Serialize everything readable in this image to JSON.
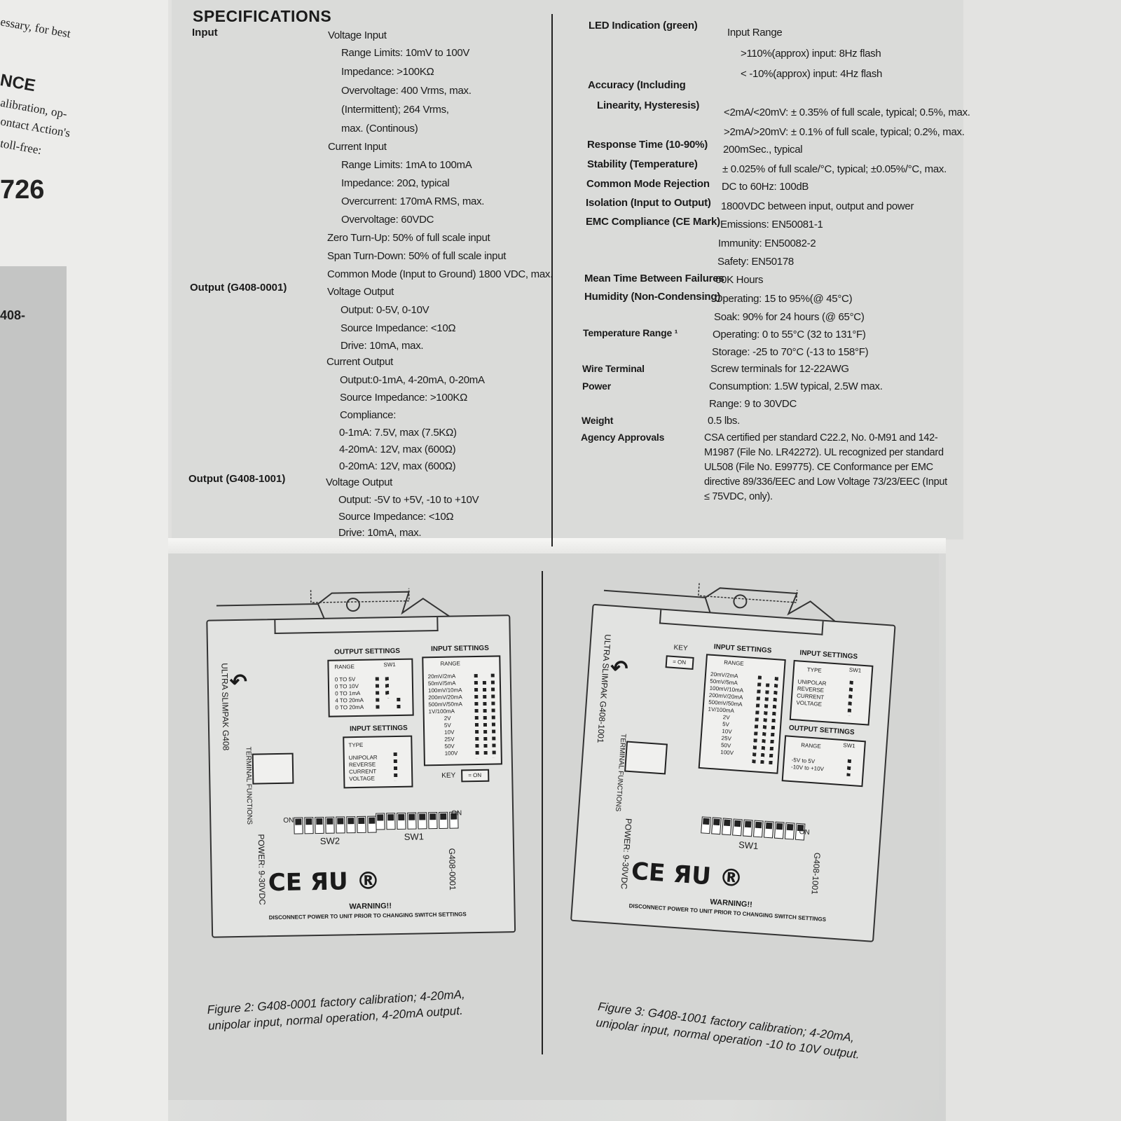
{
  "left_fragments": [
    "essary, for best",
    "NCE",
    "alibration, op-",
    "ontact Action's",
    "toll-free:",
    "726",
    "408-"
  ],
  "specifications": {
    "title": "SPECIFICATIONS",
    "input": {
      "label": "Input",
      "lines": [
        "Voltage Input",
        "Range Limits: 10mV to 100V",
        "Impedance: >100KΩ",
        "Overvoltage: 400 Vrms, max.",
        "(Intermittent); 264 Vrms,",
        "max. (Continous)",
        "Current Input",
        "Range Limits: 1mA to 100mA",
        "Impedance: 20Ω, typical",
        "Overcurrent: 170mA RMS, max.",
        "Overvoltage: 60VDC",
        "Zero Turn-Up: 50% of full scale input",
        "Span Turn-Down: 50% of full scale input",
        "Common Mode (Input to Ground) 1800 VDC, max."
      ]
    },
    "output_0001": {
      "label": "Output (G408-0001)",
      "lines": [
        "Voltage Output",
        "Output: 0-5V, 0-10V",
        "Source Impedance: <10Ω",
        "Drive: 10mA, max.",
        "Current Output",
        "Output:0-1mA, 4-20mA, 0-20mA",
        "Source Impedance: >100KΩ",
        "Compliance:",
        "0-1mA: 7.5V, max (7.5KΩ)",
        "4-20mA: 12V, max (600Ω)",
        "0-20mA: 12V, max (600Ω)"
      ]
    },
    "output_1001": {
      "label": "Output (G408-1001)",
      "lines": [
        "Voltage Output",
        "Output: -5V to +5V, -10 to +10V",
        "Source Impedance: <10Ω",
        "Drive: 10mA, max."
      ]
    },
    "right": [
      {
        "label": "LED Indication (green)",
        "values": [
          "Input Range",
          ">110%(approx) input: 8Hz flash",
          "< -10%(approx) input: 4Hz flash"
        ]
      },
      {
        "label": "Accuracy (Including",
        "label2": "Linearity, Hysteresis)",
        "values": [
          "<2mA/<20mV: ± 0.35% of full scale, typical; 0.5%, max.",
          ">2mA/>20mV: ± 0.1% of full scale, typical; 0.2%, max."
        ]
      },
      {
        "label": "Response Time (10-90%)",
        "values": [
          "200mSec., typical"
        ]
      },
      {
        "label": "Stability (Temperature)",
        "values": [
          "± 0.025% of full scale/°C, typical; ±0.05%/°C, max."
        ]
      },
      {
        "label": "Common Mode Rejection",
        "values": [
          "DC to 60Hz: 100dB"
        ]
      },
      {
        "label": "Isolation (Input to Output)",
        "values": [
          "1800VDC between input, output and power"
        ]
      },
      {
        "label": "EMC Compliance (CE Mark)",
        "values": [
          "Emissions: EN50081-1",
          "Immunity: EN50082-2",
          "Safety: EN50178"
        ]
      },
      {
        "label": "Mean Time Between Failures",
        "values": [
          "60K Hours"
        ]
      },
      {
        "label": "Humidity (Non-Condensing)",
        "values": [
          "Operating: 15 to 95%(@ 45°C)",
          "Soak: 90% for 24 hours (@ 65°C)"
        ]
      },
      {
        "label": "Temperature Range ¹",
        "values": [
          "Operating: 0 to 55°C (32 to 131°F)",
          "Storage: -25 to 70°C (-13 to 158°F)"
        ]
      },
      {
        "label": "Wire Terminal",
        "values": [
          "Screw terminals for 12-22AWG"
        ]
      },
      {
        "label": "Power",
        "values": [
          "Consumption: 1.5W typical, 2.5W max.",
          "Range: 9 to 30VDC"
        ]
      },
      {
        "label": "Weight",
        "values": [
          "0.5 lbs."
        ]
      },
      {
        "label": "Agency Approvals",
        "values": []
      }
    ],
    "agency_text": "CSA certified per standard C22.2, No. 0-M91 and 142-M1987 (File No. LR42272). UL recognized per standard UL508 (File No. E99775). CE Conformance per EMC directive 89/336/EEC and Low Voltage 73/23/EEC (Input ≤ 75VDC, only)."
  },
  "figure2": {
    "product": "ULTRA SLIMPAK G408",
    "model": "G408-0001",
    "power": "POWER: 9-30VDC",
    "terminal": "TERMINAL FUNCTIONS",
    "output_settings_title": "OUTPUT SETTINGS",
    "output_ranges": [
      "0 TO 5V",
      "0 TO 10V",
      "0 TO 1mA",
      "4 TO 20mA",
      "0 TO 20mA"
    ],
    "input_settings_title": "INPUT SETTINGS",
    "input_ranges": [
      "20mV/2mA",
      "50mV/5mA",
      "100mV/10mA",
      "200mV/20mA",
      "500mV/50mA",
      "1V/100mA",
      "2V",
      "5V",
      "10V",
      "25V",
      "50V",
      "100V"
    ],
    "input_type_title": "INPUT SETTINGS",
    "types": [
      "UNIPOLAR",
      "REVERSE",
      "CURRENT",
      "VOLTAGE"
    ],
    "range_label": "RANGE",
    "sw_label": "SW1",
    "type_label": "TYPE",
    "key": "KEY",
    "key_on": "= ON",
    "on": "ON",
    "sw2": "SW2",
    "sw1": "SW1",
    "marks": "CE ЯU ®",
    "warning": "WARNING!!",
    "disconnect": "DISCONNECT POWER TO UNIT PRIOR TO CHANGING SWITCH SETTINGS",
    "caption1": "Figure 2: G408-0001 factory calibration; 4-20mA,",
    "caption2": "unipolar input, normal operation, 4-20mA output."
  },
  "figure3": {
    "product": "ULTRA SLIMPAK G408-1001",
    "model": "G408-1001",
    "power": "POWER: 9-30VDC",
    "terminal": "TERMINAL FUNCTIONS",
    "key": "KEY",
    "key_on": "= ON",
    "input_settings_title": "INPUT SETTINGS",
    "input_ranges": [
      "20mV/2mA",
      "50mV/5mA",
      "100mV/10mA",
      "200mV/20mA",
      "500mV/50mA",
      "1V/100mA",
      "2V",
      "5V",
      "10V",
      "25V",
      "50V",
      "100V"
    ],
    "type_title": "INPUT SETTINGS",
    "types": [
      "UNIPOLAR",
      "REVERSE",
      "CURRENT",
      "VOLTAGE"
    ],
    "output_settings_title": "OUTPUT SETTINGS",
    "output_ranges": [
      "-5V to 5V",
      "-10V to +10V"
    ],
    "range_label": "RANGE",
    "type_label": "TYPE",
    "sw_label": "SW1",
    "on": "ON",
    "sw1": "SW1",
    "marks": "CE ЯU ®",
    "warning": "WARNING!!",
    "disconnect": "DISCONNECT POWER TO UNIT PRIOR TO CHANGING SWITCH SETTINGS",
    "caption1": "Figure 3: G408-1001 factory calibration; 4-20mA,",
    "caption2": "unipolar input, normal operation -10 to 10V output."
  },
  "colors": {
    "paper": "#dadbd9",
    "ink": "#1a1a1a"
  }
}
